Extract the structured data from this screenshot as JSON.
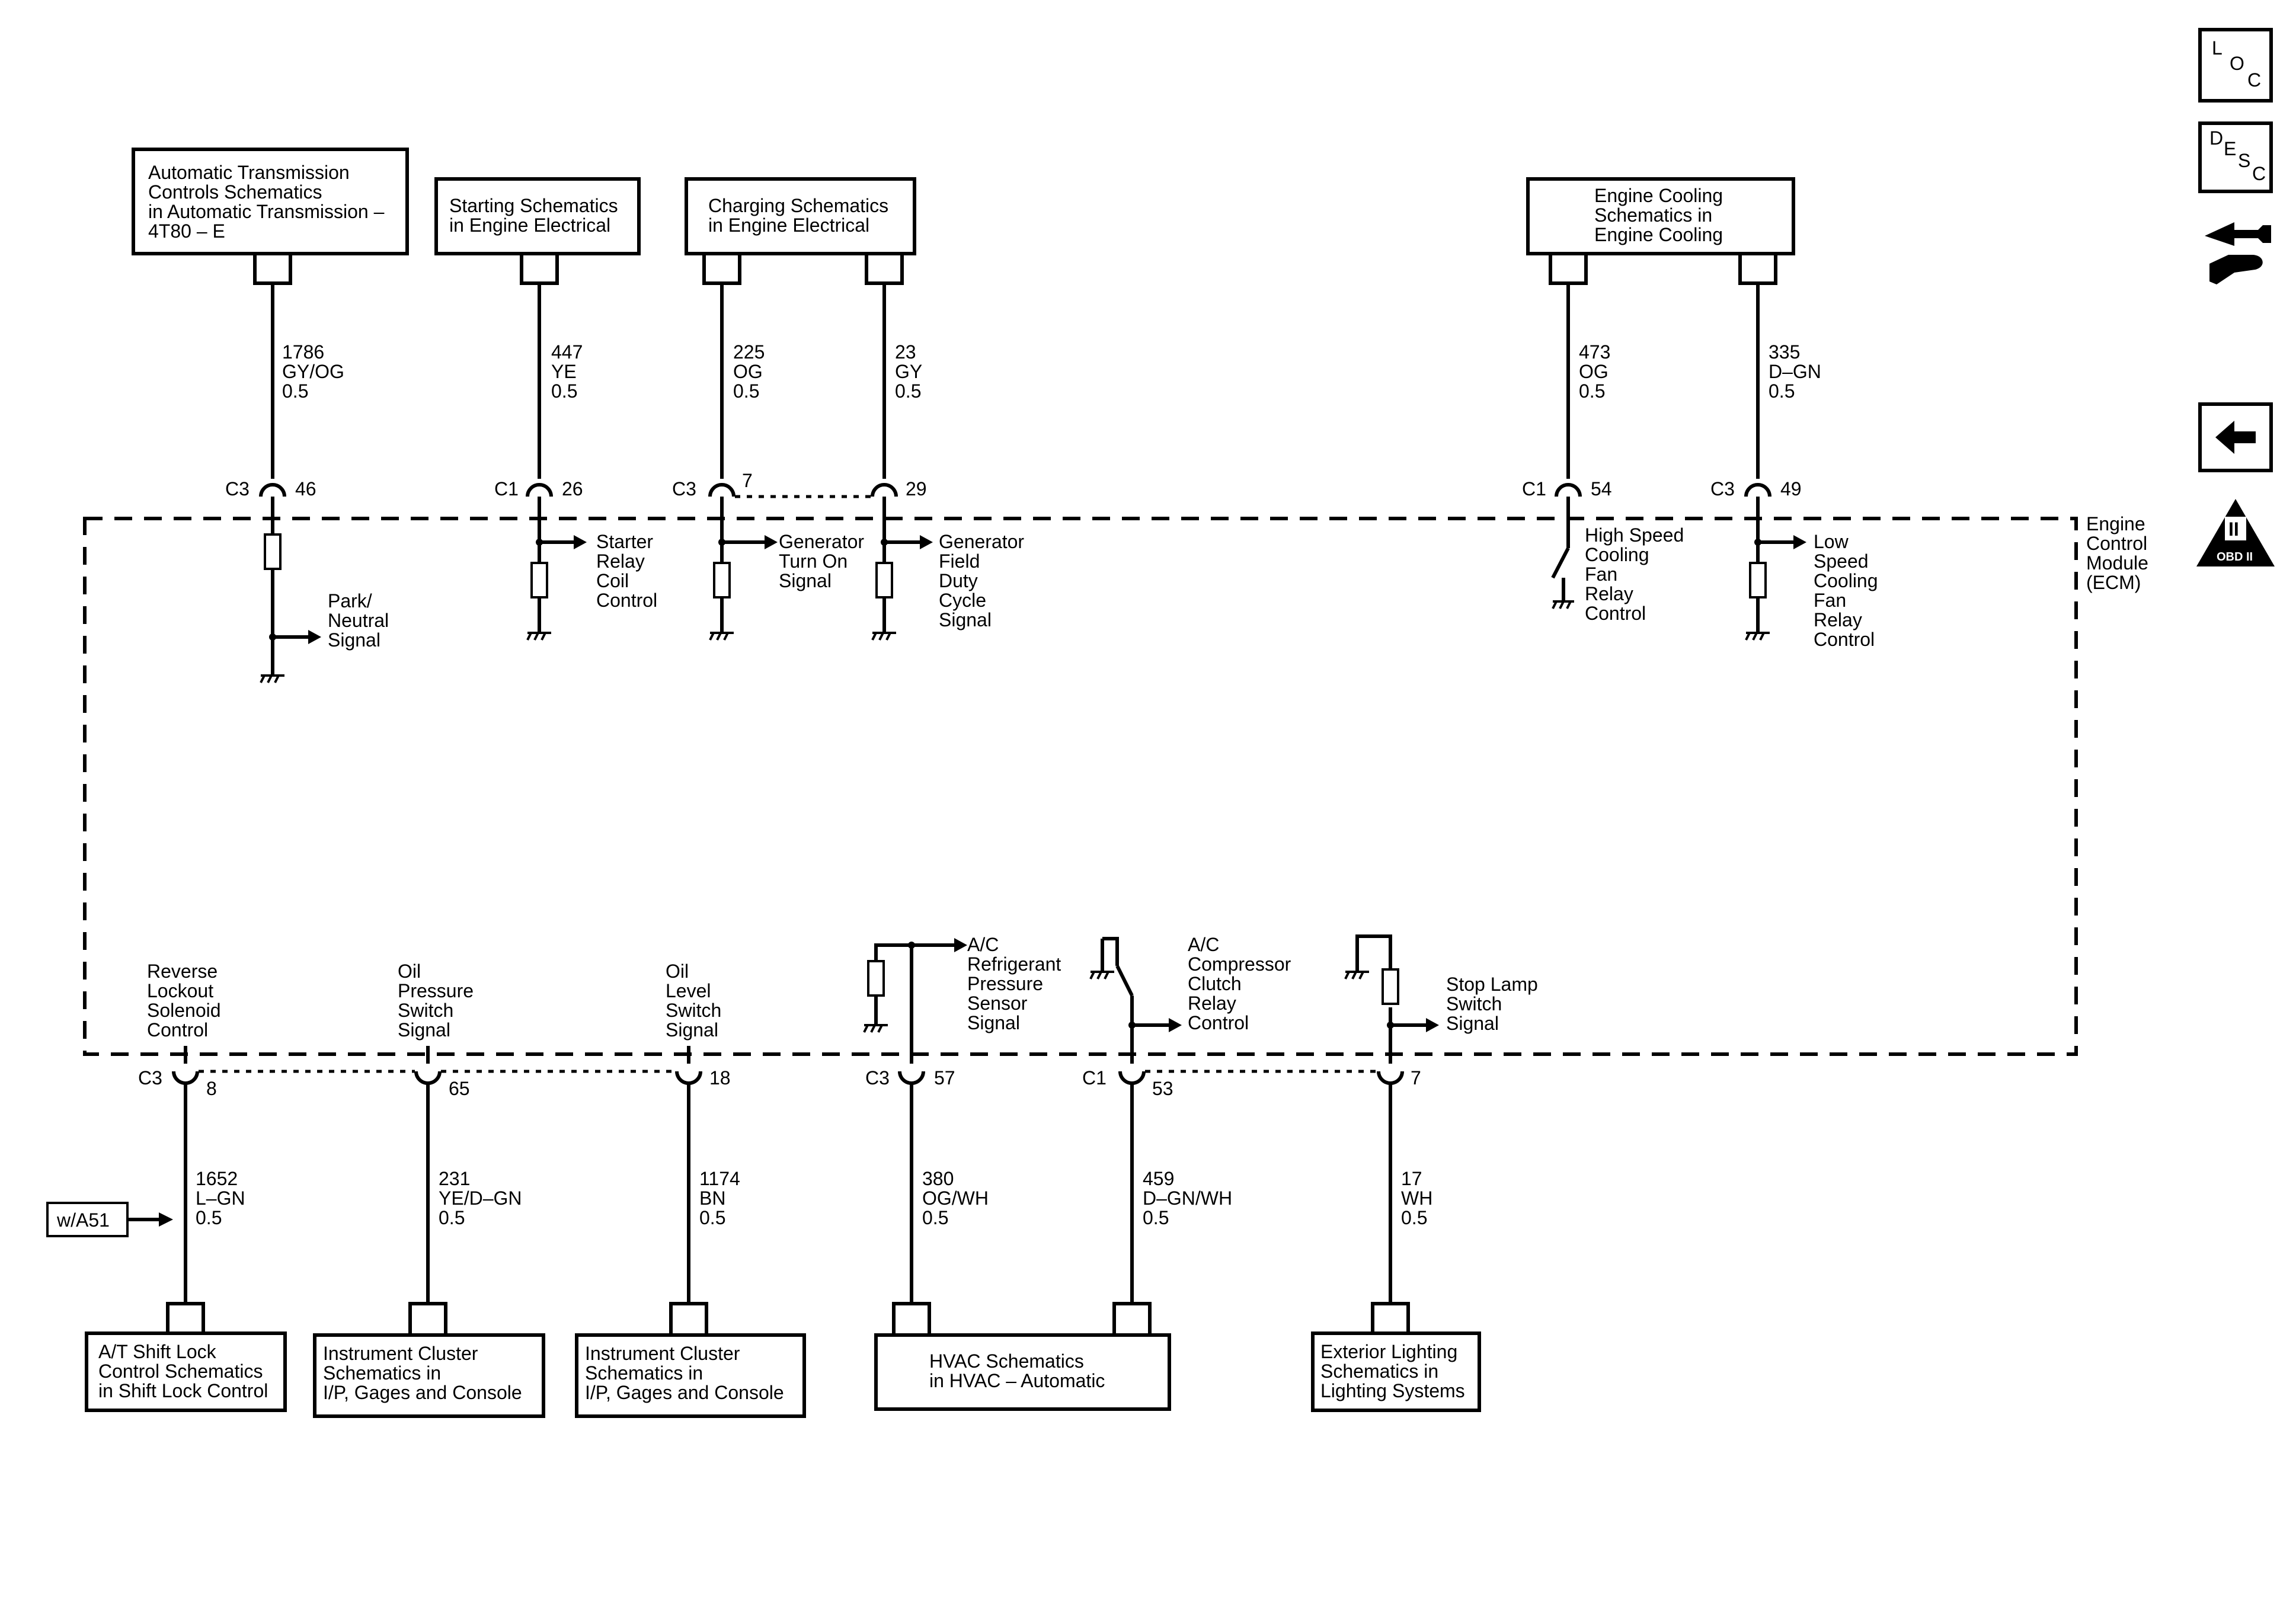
{
  "ecm_label": [
    "Engine",
    "Control",
    "Module",
    "(ECM)"
  ],
  "nav": {
    "loc": [
      "L",
      "O",
      "C"
    ],
    "desc": [
      "D",
      "E",
      "S",
      "C"
    ],
    "obd": [
      "II",
      "OBD II"
    ]
  },
  "top_refs": {
    "trans": [
      "Automatic Transmission",
      "Controls Schematics",
      "in Automatic Transmission –",
      "4T80 – E"
    ],
    "starting": [
      "Starting Schematics",
      "in Engine Electrical"
    ],
    "charging": [
      "Charging Schematics",
      "in Engine Electrical"
    ],
    "cooling": [
      "Engine Cooling",
      "Schematics in",
      "Engine Cooling"
    ]
  },
  "top_wires": {
    "w1786": [
      "1786",
      "GY/OG",
      "0.5"
    ],
    "w447": [
      "447",
      "YE",
      "0.5"
    ],
    "w225": [
      "225",
      "OG",
      "0.5"
    ],
    "w23": [
      "23",
      "GY",
      "0.5"
    ],
    "w473": [
      "473",
      "OG",
      "0.5"
    ],
    "w335": [
      "335",
      "D–GN",
      "0.5"
    ]
  },
  "top_pins": {
    "p46": {
      "conn": "C3",
      "pin": "46"
    },
    "p26": {
      "conn": "C1",
      "pin": "26"
    },
    "p7": {
      "conn": "C3",
      "pin": "7"
    },
    "p29": {
      "pin": "29"
    },
    "p54": {
      "conn": "C1",
      "pin": "54"
    },
    "p49": {
      "conn": "C3",
      "pin": "49"
    }
  },
  "top_signals": {
    "park": [
      "Park/",
      "Neutral",
      "Signal"
    ],
    "starter": [
      "Starter",
      "Relay",
      "Coil",
      "Control"
    ],
    "gen_on": [
      "Generator",
      "Turn On",
      "Signal"
    ],
    "gen_field": [
      "Generator",
      "Field",
      "Duty",
      "Cycle",
      "Signal"
    ],
    "high_fan": [
      "High Speed",
      "Cooling",
      "Fan",
      "Relay",
      "Control"
    ],
    "low_fan": [
      "Low",
      "Speed",
      "Cooling",
      "Fan",
      "Relay",
      "Control"
    ]
  },
  "bottom_signals": {
    "reverse": [
      "Reverse",
      "Lockout",
      "Solenoid",
      "Control"
    ],
    "oil_press": [
      "Oil",
      "Pressure",
      "Switch",
      "Signal"
    ],
    "oil_level": [
      "Oil",
      "Level",
      "Switch",
      "Signal"
    ],
    "ac_press": [
      "A/C",
      "Refrigerant",
      "Pressure",
      "Sensor",
      "Signal"
    ],
    "ac_clutch": [
      "A/C",
      "Compressor",
      "Clutch",
      "Relay",
      "Control"
    ],
    "stop_lamp": [
      "Stop Lamp",
      "Switch",
      "Signal"
    ]
  },
  "bottom_pins": {
    "p8": {
      "conn": "C3",
      "pin": "8"
    },
    "p65": {
      "pin": "65"
    },
    "p18": {
      "pin": "18"
    },
    "p57": {
      "conn": "C3",
      "pin": "57"
    },
    "p53": {
      "conn": "C1",
      "pin": "53"
    },
    "p7b": {
      "pin": "7"
    }
  },
  "bottom_wires": {
    "w1652": [
      "1652",
      "L–GN",
      "0.5"
    ],
    "w231": [
      "231",
      "YE/D–GN",
      "0.5"
    ],
    "w1174": [
      "1174",
      "BN",
      "0.5"
    ],
    "w380": [
      "380",
      "OG/WH",
      "0.5"
    ],
    "w459": [
      "459",
      "D–GN/WH",
      "0.5"
    ],
    "w17": [
      "17",
      "WH",
      "0.5"
    ]
  },
  "option_tag": "w/A51",
  "bottom_refs": {
    "shift_lock": [
      "A/T Shift Lock",
      "Control Schematics",
      "in Shift Lock Control"
    ],
    "cluster1": [
      "Instrument Cluster",
      "Schematics in",
      "I/P, Gages and Console"
    ],
    "cluster2": [
      "Instrument Cluster",
      "Schematics in",
      "I/P, Gages and Console"
    ],
    "hvac": [
      "HVAC Schematics",
      "in HVAC – Automatic"
    ],
    "ext_light": [
      "Exterior Lighting",
      "Schematics in",
      "Lighting Systems"
    ]
  }
}
